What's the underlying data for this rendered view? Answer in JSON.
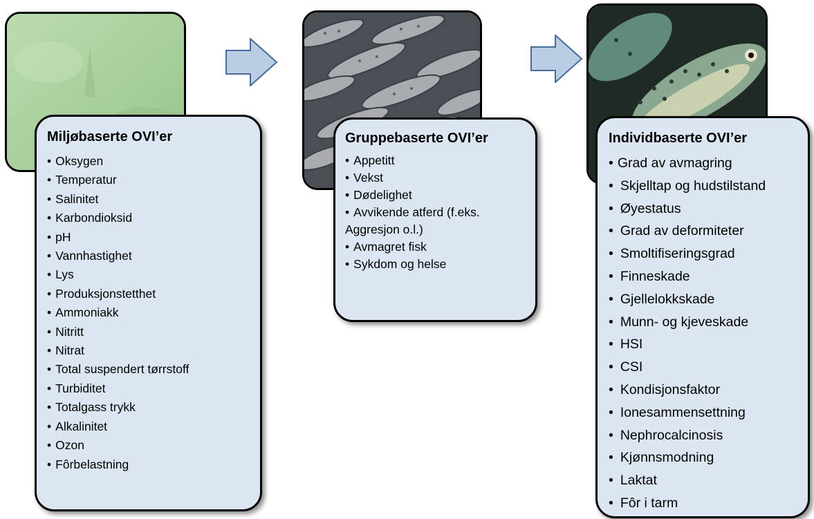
{
  "panels": [
    {
      "id": "environment",
      "title": "Miljøbaserte OVI’er",
      "items": [
        "Oksygen",
        "Temperatur",
        "Salinitet",
        "Karbondioksid",
        "pH",
        "Vannhastighet",
        "Lys",
        "Produksjonstetthet",
        "Ammoniakk",
        "Nitritt",
        "Nitrat",
        "Total suspendert tørrstoff",
        "Turbiditet",
        "Totalgass trykk",
        "Alkalinitet",
        "Ozon",
        "Fôrbelastning"
      ]
    },
    {
      "id": "group",
      "title": "Gruppebaserte OVI’er",
      "items": [
        "Appetitt",
        "Vekst",
        "Dødelighet",
        "Avvikende  atferd (f.eks. Aggresjon o.l.)",
        "Avmagret fisk",
        "Sykdom og helse"
      ]
    },
    {
      "id": "individual",
      "title": "Individbaserte OVI’er",
      "items": [
        "Grad av avmagring",
        "Skjelltap og hudstilstand",
        "Øyestatus",
        "Grad av deformiteter",
        "Smoltifiseringsgrad",
        "Finneskade",
        "Gjellelokkskade",
        "Munn- og kjeveskade",
        "HSI",
        "CSI",
        "Kondisjonsfaktor",
        "Ionesammensettning",
        "Nephrocalcinosis",
        "Kjønnsmodning",
        "Laktat",
        "Fôr i tarm"
      ]
    }
  ],
  "colors": {
    "card_fill": "#dce6f2",
    "arrow_fill": "#b9cde5",
    "arrow_stroke": "#4a6b9a",
    "water_green": "#a9cf9f"
  },
  "images": [
    "water-tank-photo",
    "fish-school-photo",
    "trout-photo"
  ]
}
